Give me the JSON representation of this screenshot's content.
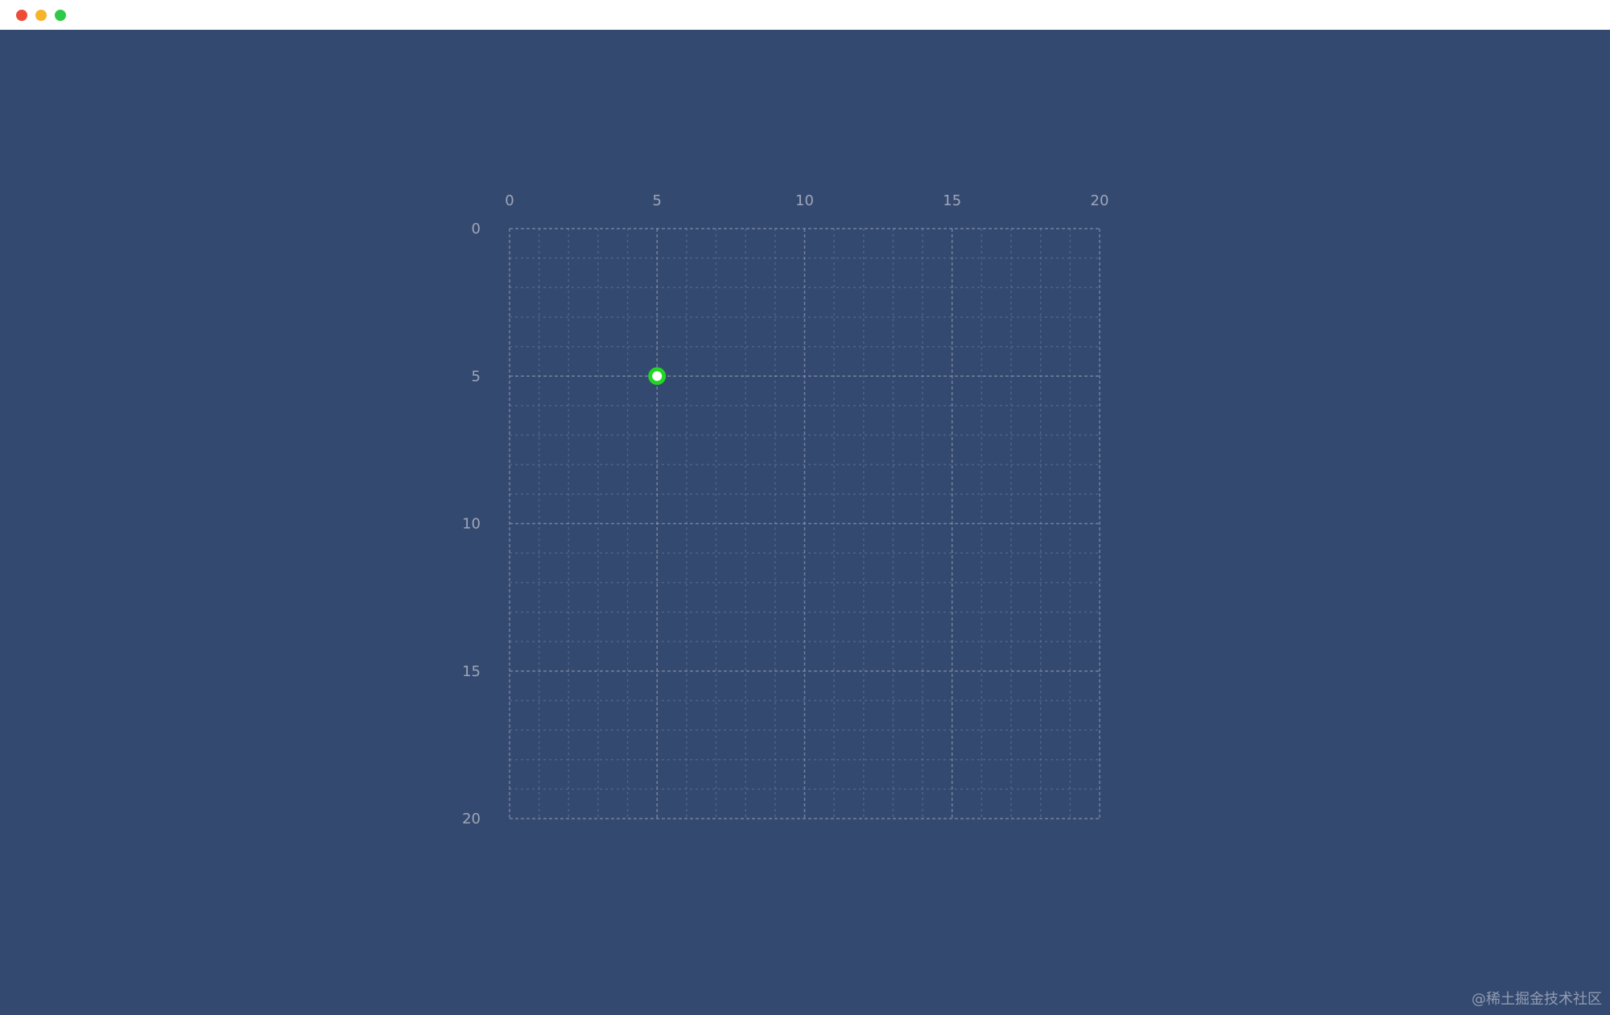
{
  "window": {
    "controls": {
      "close_color": "#ee4c38",
      "minimize_color": "#f6b42a",
      "maximize_color": "#2fc94a"
    },
    "background": "#344970"
  },
  "grid": {
    "x_ticks": [
      "0",
      "5",
      "10",
      "15",
      "20"
    ],
    "y_ticks": [
      "0",
      "5",
      "10",
      "15",
      "20"
    ],
    "range": [
      0,
      20
    ],
    "minor_step": 1,
    "major_step": 5,
    "grid_color": "#8a93a8",
    "y_axis_direction": "down"
  },
  "marker": {
    "x": 5,
    "y": 5,
    "ring_color": "#22d624",
    "fill_color": "#ffffff"
  },
  "watermark": {
    "text": "@稀土掘金技术社区"
  }
}
